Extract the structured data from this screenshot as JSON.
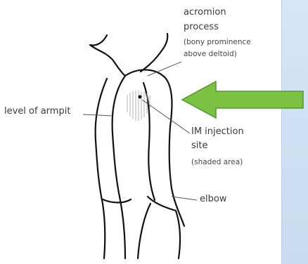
{
  "labels": {
    "acromion_title_1": "acromion",
    "acromion_title_2": "process",
    "acromion_note_1": "(bony prominence",
    "acromion_note_2": "above deltoid)",
    "armpit": "level of armpit",
    "injection_1": "IM injection",
    "injection_2": "site",
    "injection_3": "(shaded area)",
    "elbow": "elbow"
  },
  "colors": {
    "arrow_fill": "#7cc242",
    "arrow_stroke": "#4f9a2a",
    "panel_bg": "#cfe1f4",
    "shading": "#b8b8b8"
  }
}
